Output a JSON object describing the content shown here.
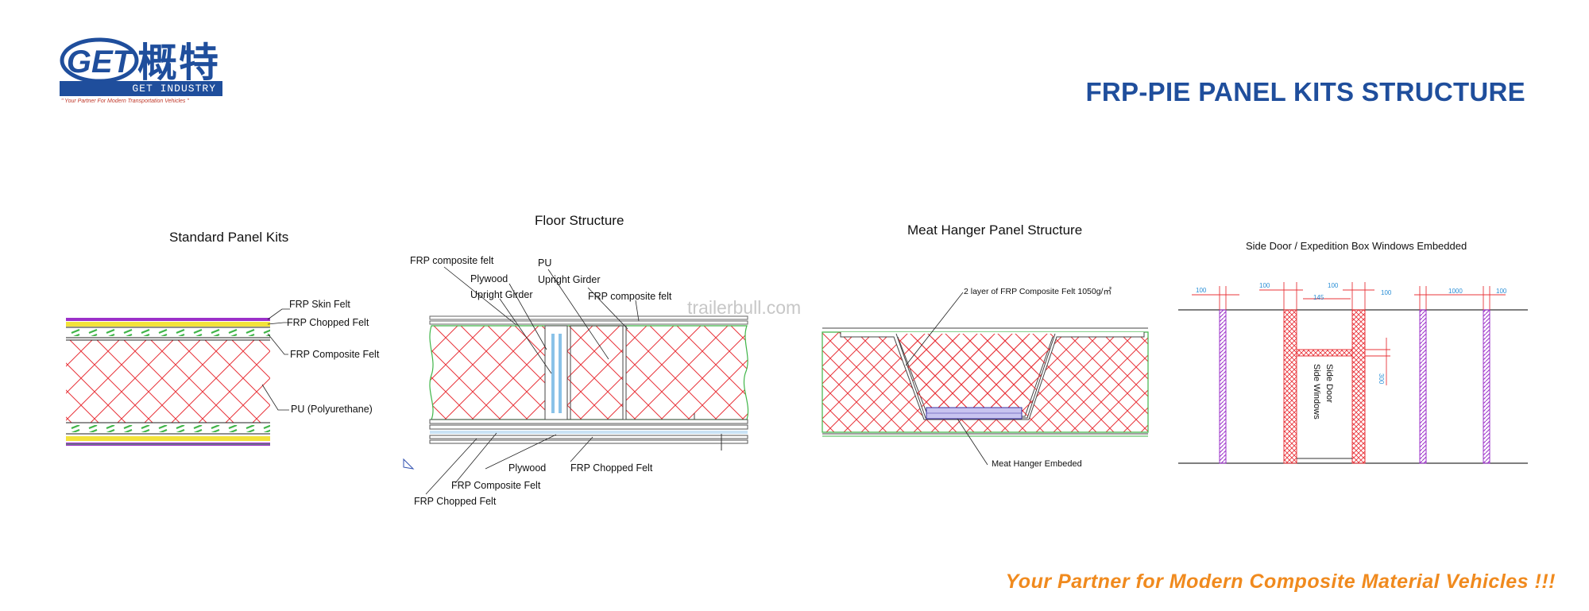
{
  "logo": {
    "letters": "GET",
    "chinese": "概特",
    "bar_text": "GET INDUSTRY",
    "tagline": "\" Your Partner For Modern Transportation Vehicles \""
  },
  "title": "FRP-PIE PANEL KITS STRUCTURE",
  "watermark": "trailerbull.com",
  "footer_slogan": "Your Partner for Modern Composite Material Vehicles !!!",
  "colors": {
    "brand_blue": "#1f4e9c",
    "slogan_orange": "#f08a1e",
    "pu_red": "#e8343a",
    "skin_purple": "#9b30c9",
    "felt_green": "#3fb548",
    "felt_yellow": "#f3e23a",
    "dim_blue": "#2a8fd6"
  },
  "standard_panel": {
    "title": "Standard Panel Kits",
    "labels": {
      "skin": "FRP Skin Felt",
      "chopped": "FRP Chopped Felt",
      "composite": "FRP Composite Felt",
      "pu": "PU (Polyurethane)"
    }
  },
  "floor_structure": {
    "title": "Floor Structure",
    "labels": {
      "frp_composite_felt_top": "FRP composite felt",
      "plywood_top": "Plywood",
      "upright_girder_left": "Upright Girder",
      "pu": "PU",
      "upright_girder_right": "Upright Girder",
      "frp_composite_felt_right": "FRP composite felt",
      "plywood_bottom": "Plywood",
      "frp_chopped_felt_right": "FRP Chopped Felt",
      "frp_composite_felt_bottom": "FRP Composite Felt",
      "frp_chopped_felt_bottom": "FRP Chopped Felt"
    }
  },
  "meat_hanger": {
    "title": "Meat Hanger Panel Structure",
    "labels": {
      "composite_layers": "2 layer of FRP Composite Felt 1050g/㎡",
      "hanger": "Meat Hanger Embeded"
    }
  },
  "side_door": {
    "title": "Side Door / Expedition Box Windows Embedded",
    "labels": {
      "side_door": "Side Door",
      "side_windows": "Side Windows"
    },
    "dims": [
      "100",
      "100",
      "100",
      "145",
      "100",
      "1000",
      "100",
      "300"
    ]
  }
}
